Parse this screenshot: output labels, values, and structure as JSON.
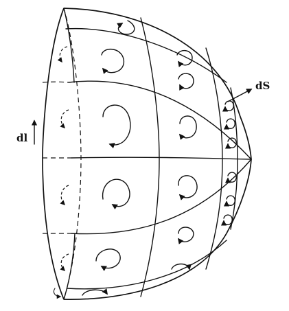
{
  "labels": {
    "dl": "dl",
    "dS": "dS"
  },
  "icons": {
    "circulation": "circulating-loop-arrow",
    "normal": "surface-normal-arrow",
    "boundary": "boundary-direction-arrow"
  }
}
